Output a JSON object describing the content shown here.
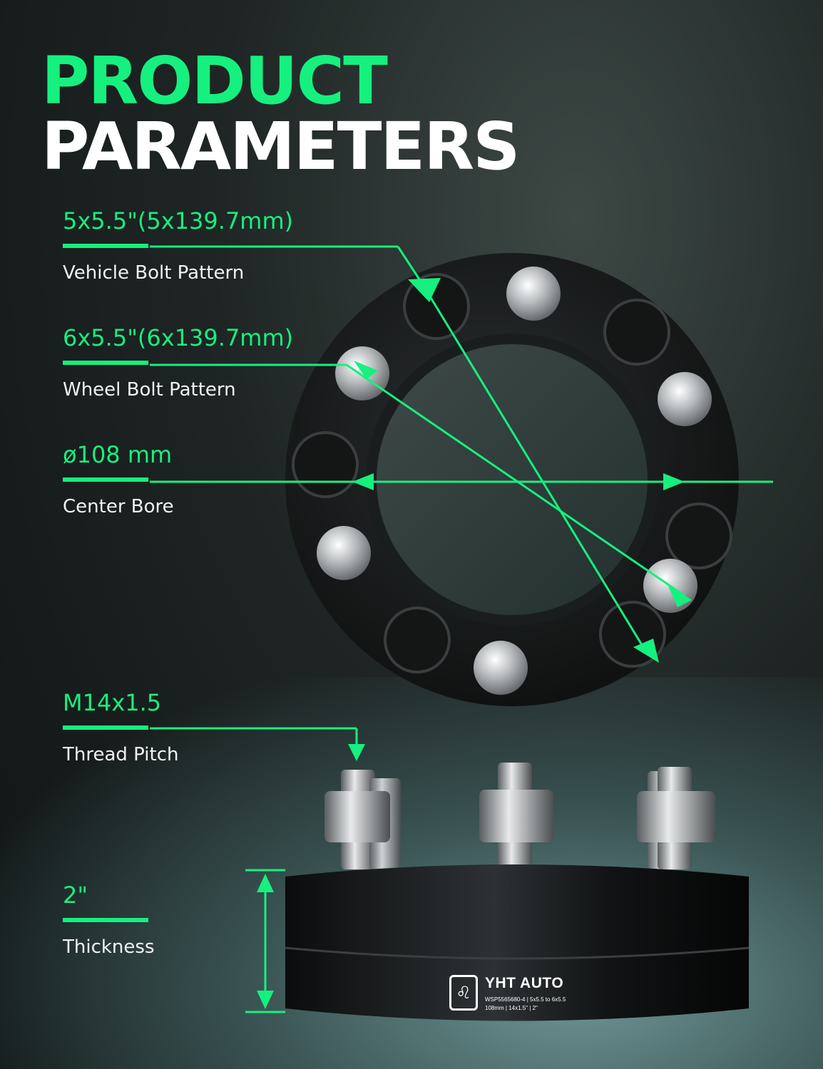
{
  "colors": {
    "accent": "#16f07e",
    "white": "#ffffff",
    "label": "#f2f2f2"
  },
  "header": {
    "line1": "PRODUCT",
    "line2": "PARAMETERS"
  },
  "params": [
    {
      "value": "5x5.5\"(5x139.7mm)",
      "label": "Vehicle Bolt Pattern"
    },
    {
      "value": "6x5.5\"(6x139.7mm)",
      "label": "Wheel Bolt Pattern"
    },
    {
      "value": "ø108 mm",
      "label": "Center Bore"
    },
    {
      "value": "M14x1.5",
      "label": "Thread Pitch"
    },
    {
      "value": "2\"",
      "label": "Thickness"
    }
  ],
  "brand": {
    "logo_icon": "lion-head-icon",
    "name": "YHT AUTO",
    "line1": "WSP5565680-4 | 5x5.5 to 6x5.5",
    "line2": "108mm | 14x1.5\" | 2\""
  }
}
